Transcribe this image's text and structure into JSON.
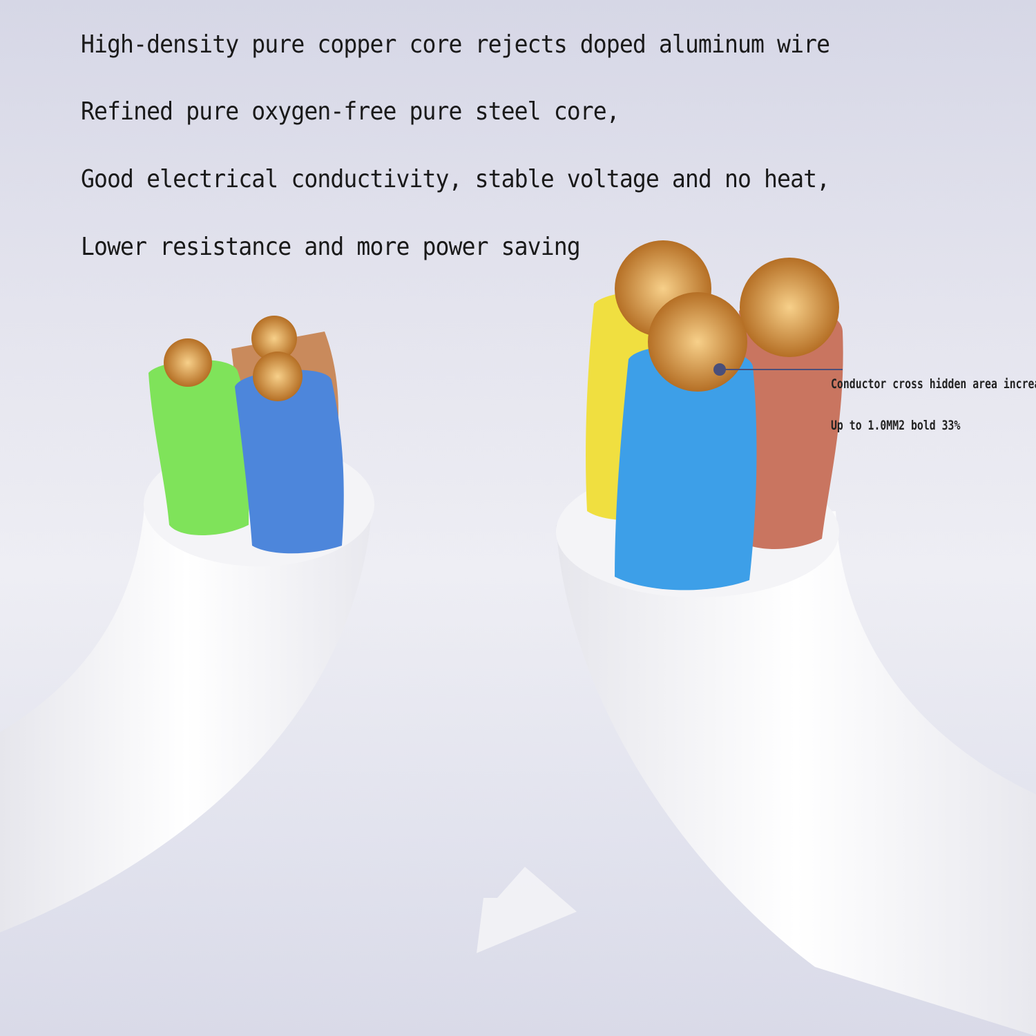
{
  "headline_lines": [
    "High-density pure copper core rejects doped aluminum wire",
    "Refined pure oxygen-free pure steel core,",
    "Good electrical conductivity, stable voltage and no heat,",
    "Lower resistance and more power saving"
  ],
  "callout": {
    "line1": "Conductor cross hidden area increases",
    "line2": "Up to 1.0MM2 bold 33%"
  },
  "colors": {
    "green": "#7fe35a",
    "brown": "#c98a5c",
    "blue": "#4d86db",
    "yellow": "#f0df40",
    "red": "#c97560",
    "light_blue": "#3d9fe8",
    "copper": "#d9953f"
  }
}
